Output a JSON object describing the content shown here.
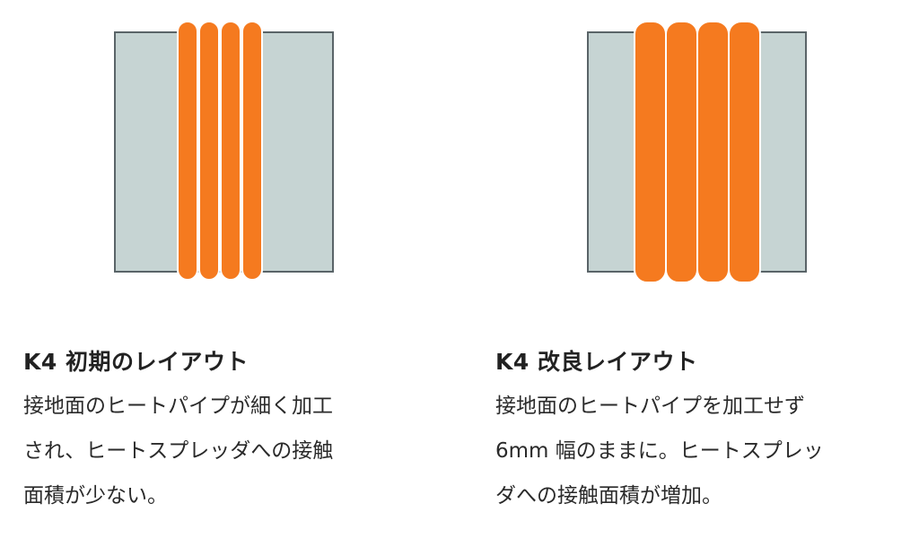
{
  "colors": {
    "plate_fill": "#c6d4d3",
    "plate_stroke": "#5a6468",
    "pipe_fill": "#f57a1f",
    "pipe_gap": "#ffffff"
  },
  "panels": {
    "left": {
      "title": "K4 初期のレイアウト",
      "body": [
        "接地面のヒートパイプが細く加工",
        "され、ヒートスプレッダへの接触",
        "面積が少ない。"
      ],
      "pipe_count": 4
    },
    "right": {
      "title": "K4 改良レイアウト",
      "body": [
        "接地面のヒートパイプを加工せず",
        "6mm 幅のままに。ヒートスプレッ",
        "ダへの接触面積が増加。"
      ],
      "pipe_count": 4
    }
  }
}
